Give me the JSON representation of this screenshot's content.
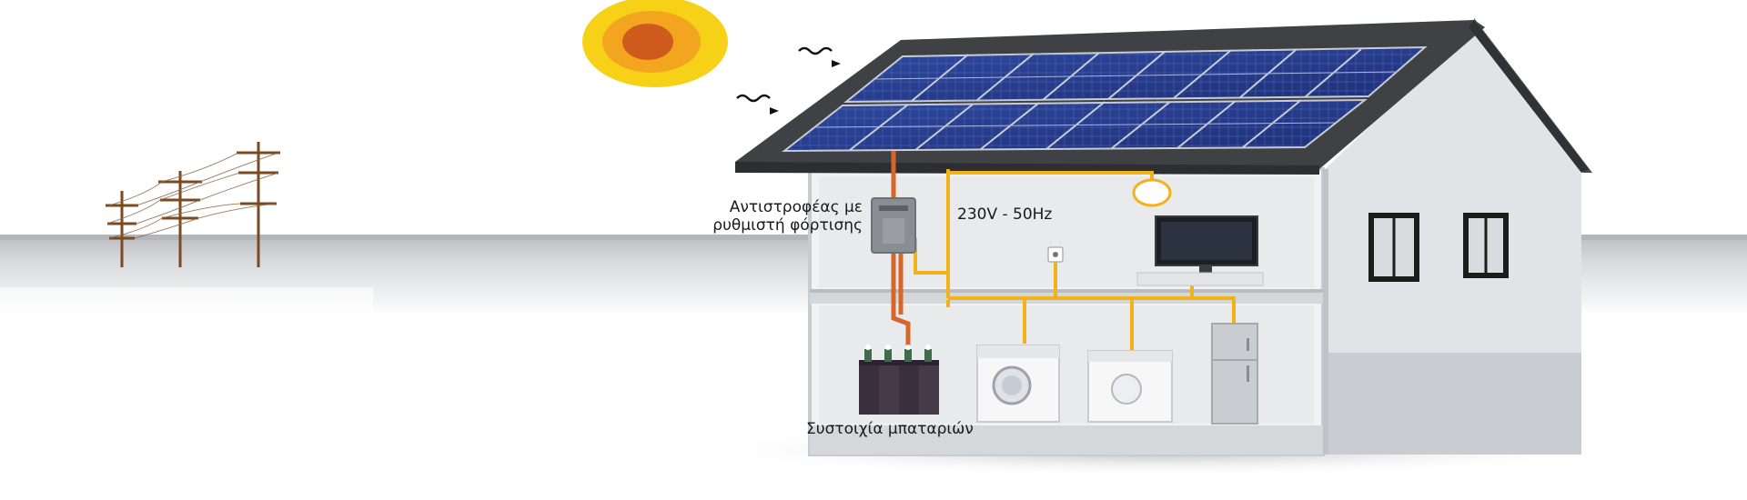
{
  "labels": {
    "inverter_line1": "Αντιστροφέας με",
    "inverter_line2": "ρυθμιστή φόρτισης",
    "voltage": "230V - 50Hz",
    "battery": "Συστοιχία μπαταριών"
  },
  "colors": {
    "sun_outer": "#f7d117",
    "sun_middle": "#f3a51f",
    "sun_inner": "#cf5a1e",
    "roof": "#3f4144",
    "panel": "#2b3f8f",
    "panel_grid": "#a9b6de",
    "wire_dc": "#d8662a",
    "wire_ac": "#f2b21c",
    "wall": "#d7d9dc",
    "wall_side": "#bfc2c6",
    "interior": "#eeeff1",
    "ground": "#c4c7ca",
    "pole": "#7a4a20"
  },
  "icons": [
    "sun-icon",
    "sunray-icon",
    "utility-pole-icon",
    "solar-panel-icon",
    "inverter-icon",
    "battery-icon",
    "washing-machine-icon",
    "dryer-icon",
    "refrigerator-icon",
    "tv-icon",
    "lamp-icon",
    "socket-icon",
    "window-icon"
  ]
}
